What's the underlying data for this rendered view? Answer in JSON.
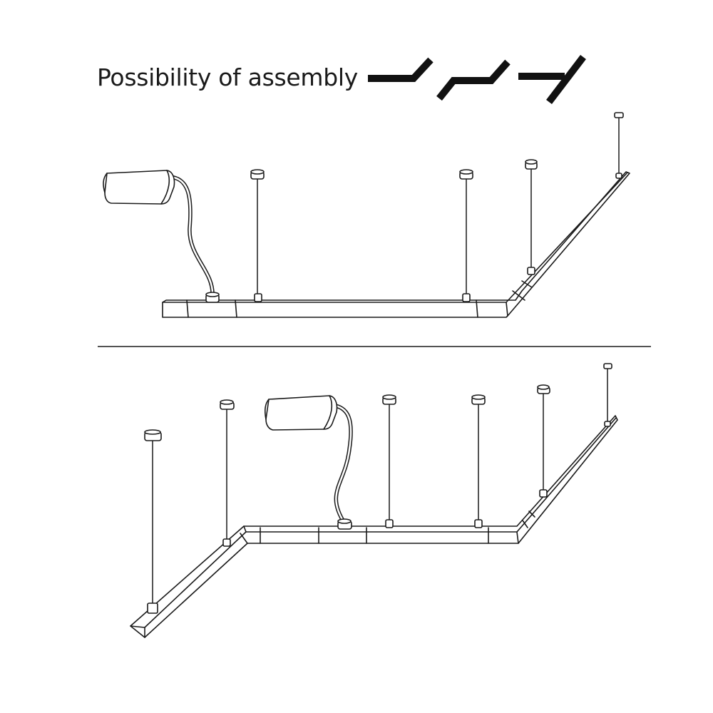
{
  "header": {
    "title": "Possibility of assembly"
  },
  "configurations": [
    {
      "symbol": "angled-bend"
    },
    {
      "symbol": "double-step"
    },
    {
      "symbol": "crossing-tee"
    }
  ],
  "diagrams": [
    {
      "arrangement": "straight-bar-with-angled-corner",
      "suspension_count": 4,
      "driver_count": 1
    },
    {
      "arrangement": "z-shape-with-two-angled-corners",
      "suspension_count": 6,
      "driver_count": 1
    }
  ],
  "colors": {
    "line": "#1a1a1a",
    "background": "#ffffff"
  }
}
